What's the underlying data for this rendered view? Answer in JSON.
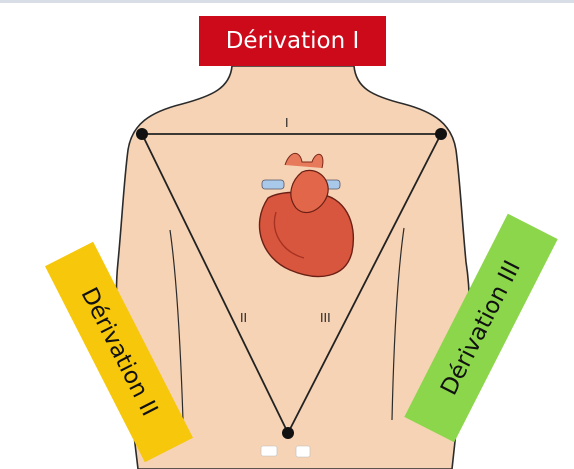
{
  "labels": {
    "lead_I": "Dérivation I",
    "lead_II": "Dérivation II",
    "lead_III": "Dérivation III"
  },
  "triangle": {
    "side_I": "I",
    "side_II": "II",
    "side_III": "III"
  },
  "colors": {
    "lead_I_box": "#cc0a1a",
    "lead_II_box": "#f6c70b",
    "lead_III_box": "#8bd64a",
    "skin": "#f6d3b5",
    "heart": "#d9563e",
    "vessels_blue": "#a9c9ea"
  }
}
